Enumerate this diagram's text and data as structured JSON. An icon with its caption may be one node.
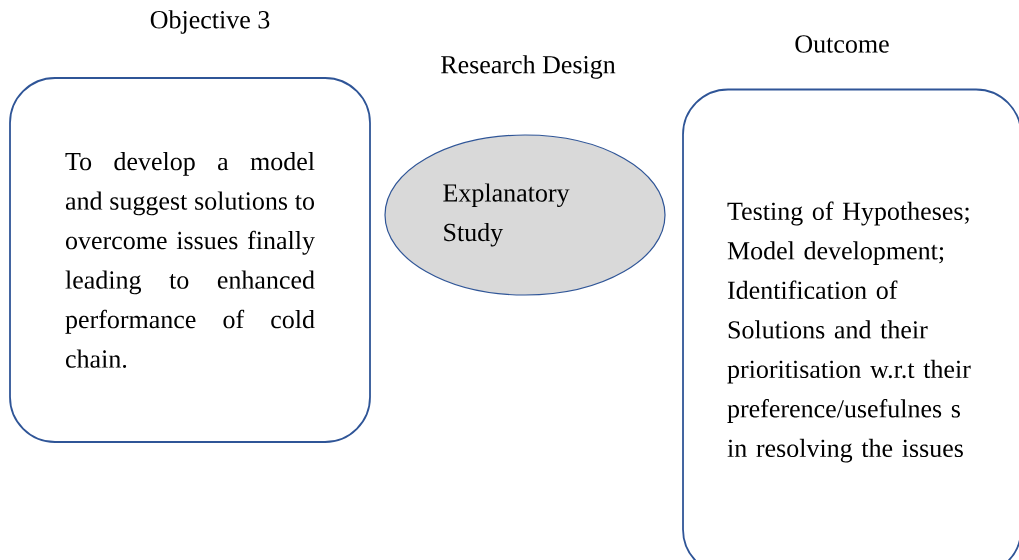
{
  "diagram": {
    "nodes": [
      {
        "text": [
          "Objective 3",
          "To develop a model and suggest solutions to overcome issues finally leading to enhanced performance of cold chain."
        ]
      },
      {
        "text": [
          "Research Design",
          "Explanatory Study"
        ]
      },
      {
        "text": [
          "Outcome",
          "Testing of Hypotheses; Model development; Identification of Solutions and their prioritisation w.r.t their preference/usefulnes s in resolving the issues"
        ]
      }
    ]
  }
}
